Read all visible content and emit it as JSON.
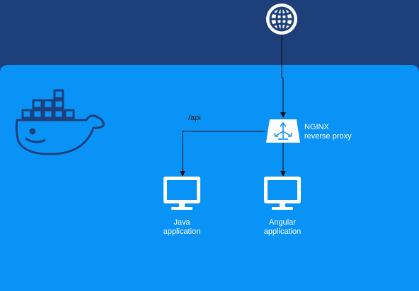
{
  "colors": {
    "background": "#1d3f7a",
    "container": "#0a93f7",
    "icon_white": "#ffffff",
    "icon_dark": "#1d3f7a",
    "connector": "#111111"
  },
  "icons": {
    "internet": "globe-icon",
    "docker": "docker-whale-icon",
    "proxy": "load-balancer-icon",
    "java_app": "monitor-icon",
    "angular_app": "monitor-icon"
  },
  "nodes": {
    "nginx": {
      "line1": "NGINX",
      "line2": "reverse proxy"
    },
    "java": {
      "line1": "Java",
      "line2": "application"
    },
    "angular": {
      "line1": "Angular",
      "line2": "application"
    }
  },
  "edges": {
    "api_label": "/api"
  }
}
